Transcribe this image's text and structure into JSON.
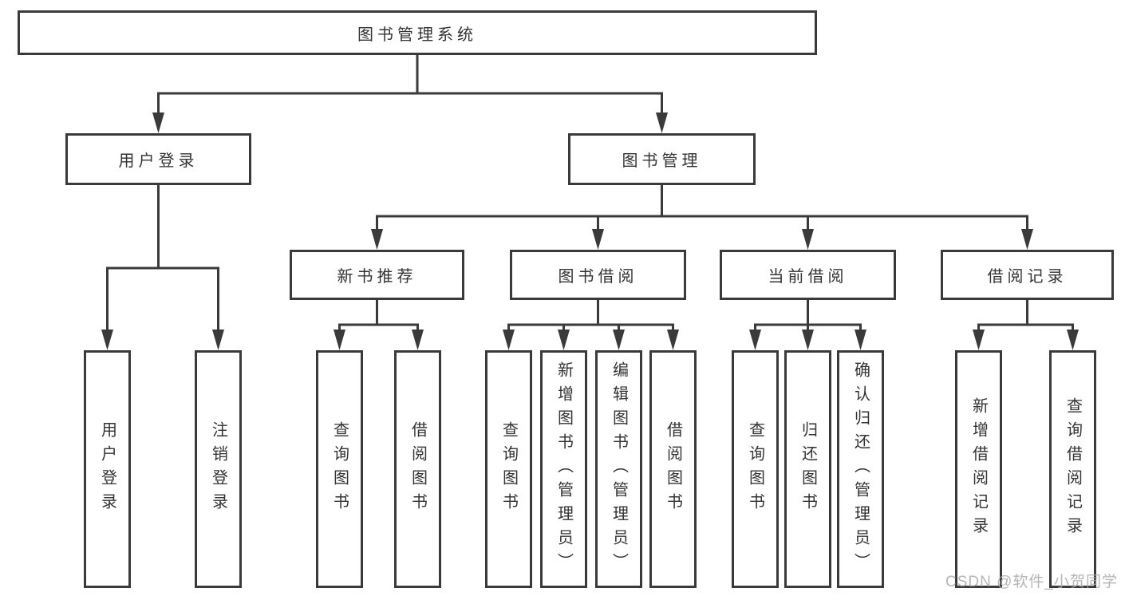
{
  "diagram": {
    "root": "图书管理系统",
    "children": [
      {
        "label": "用户登录",
        "children": [
          "用户登录",
          "注销登录"
        ]
      },
      {
        "label": "图书管理",
        "children": [
          {
            "label": "新书推荐",
            "children": [
              "查询图书",
              "借阅图书"
            ]
          },
          {
            "label": "图书借阅",
            "children": [
              "查询图书",
              "新增图书（管理员）",
              "编辑图书（管理员）",
              "借阅图书"
            ]
          },
          {
            "label": "当前借阅",
            "children": [
              "查询图书",
              "归还图书",
              "确认归还（管理员）"
            ]
          },
          {
            "label": "借阅记录",
            "children": [
              "新增借阅记录",
              "查询借阅记录"
            ]
          }
        ]
      }
    ]
  },
  "colors": {
    "line": "#3a3a3a",
    "text": "#333333",
    "background": "#ffffff",
    "watermark": "#a8a8a8"
  },
  "watermark": {
    "text": "CSDN @软件_小贺同学"
  }
}
